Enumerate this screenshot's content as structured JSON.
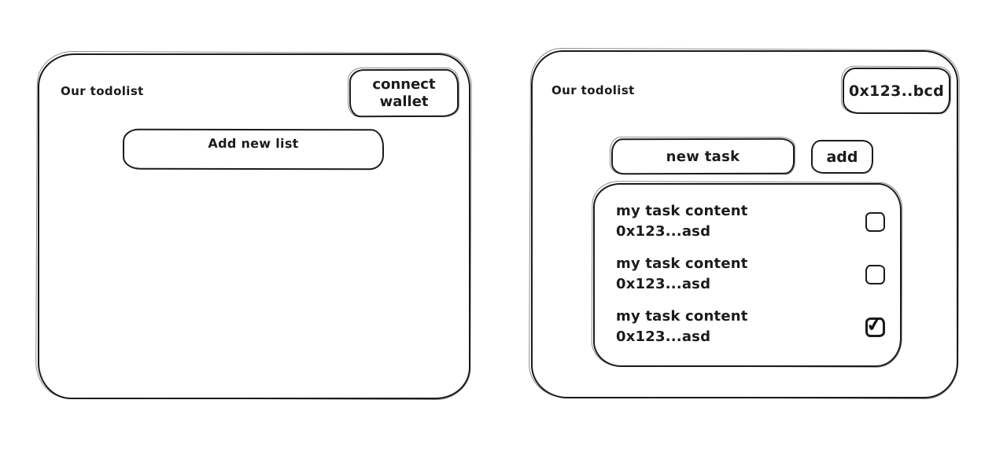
{
  "colors": {
    "stroke": "#1b1b1b",
    "background": "#ffffff"
  },
  "left_panel": {
    "title": "Our todolist",
    "connect_wallet_label": "connect wallet",
    "add_new_list_label": "Add new list"
  },
  "right_panel": {
    "title": "Our todolist",
    "wallet_address_label": "0x123..bcd",
    "new_task_input": {
      "placeholder": "new task"
    },
    "add_button_label": "add",
    "tasks": [
      {
        "content": "my task content",
        "address": "0x123...asd",
        "checked": false,
        "check_glyph": ""
      },
      {
        "content": "my task content",
        "address": "0x123...asd",
        "checked": false,
        "check_glyph": ""
      },
      {
        "content": "my task content",
        "address": "0x123...asd",
        "checked": true,
        "check_glyph": "✔"
      }
    ]
  }
}
